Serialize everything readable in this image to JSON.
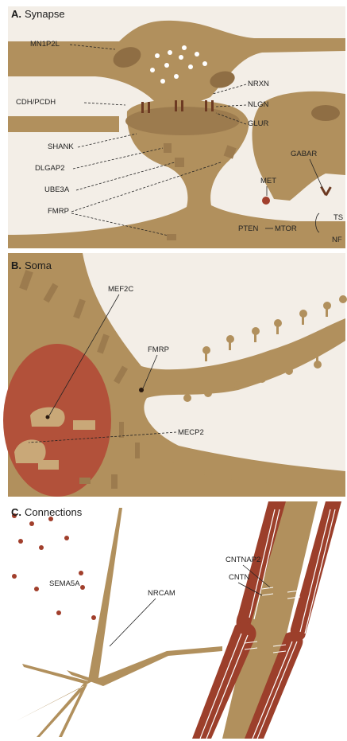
{
  "colors": {
    "cell": "#b1905d",
    "cell_dark": "#8f6e44",
    "cell_mid": "#9c7b4e",
    "nucleus": "#b2513a",
    "nucleus_dark": "#8e3a26",
    "myelin": "#9c3f2b",
    "red_dot": "#a13f2c",
    "background_a": "#f2ede6",
    "background_c": "#ffffff"
  },
  "panels": {
    "a": {
      "letter": "A.",
      "title": "Synapse",
      "labels": {
        "mnp2l": "MN1P2L",
        "cdh": "CDH/PCDH",
        "shank": "SHANK",
        "dlgap2": "DLGAP2",
        "ube3a": "UBE3A",
        "fmrp": "FMRP",
        "nrxn": "NRXN",
        "nlgn": "NLGN",
        "glur": "GLUR",
        "gabar": "GABAR",
        "met": "MET",
        "pten": "PTEN",
        "mtor": "MTOR",
        "ts": "TS",
        "nf": "NF"
      }
    },
    "b": {
      "letter": "B.",
      "title": "Soma",
      "labels": {
        "mef2c": "MEF2C",
        "fmrp": "FMRP",
        "mecp2": "MECP2"
      }
    },
    "c": {
      "letter": "C.",
      "title": "Connections",
      "labels": {
        "cntnap2": "CNTNAP2",
        "cntn": "CNTN",
        "sema5a": "SEMA5A",
        "nrcam": "NRCAM"
      }
    }
  }
}
